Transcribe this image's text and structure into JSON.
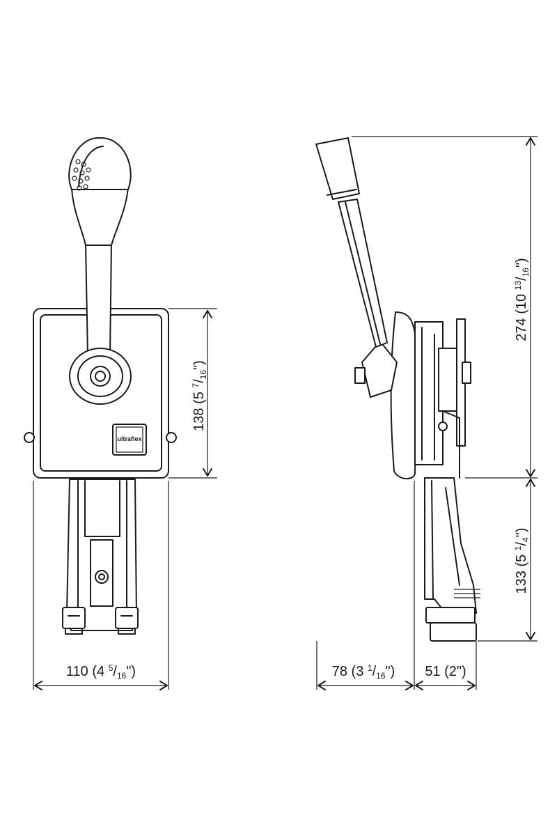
{
  "front_view": {
    "height_dim": {
      "main": "138 (5 ",
      "sup": "7",
      "rest": "/",
      "sub": "16",
      "close": "\")"
    },
    "width_dim": {
      "main": "110 (4 ",
      "sup": "5",
      "rest": "/",
      "sub": "16",
      "close": "\")"
    },
    "logo": "ultraflex"
  },
  "side_view": {
    "total_height_dim": {
      "main": "274 (10 ",
      "sup": "13",
      "rest": "/",
      "sub": "16",
      "close": "\")"
    },
    "lower_height_dim": {
      "main": "133 (5 ",
      "sup": "1",
      "rest": "/",
      "sub": "4",
      "close": "\")"
    },
    "front_depth_dim": {
      "main": "78 (3 ",
      "sup": "1",
      "rest": "/",
      "sub": "16",
      "close": "\")"
    },
    "rear_depth_dim": {
      "main": "51 (2\")"
    }
  },
  "colors": {
    "line": "#1a1a1a",
    "background": "#ffffff"
  }
}
